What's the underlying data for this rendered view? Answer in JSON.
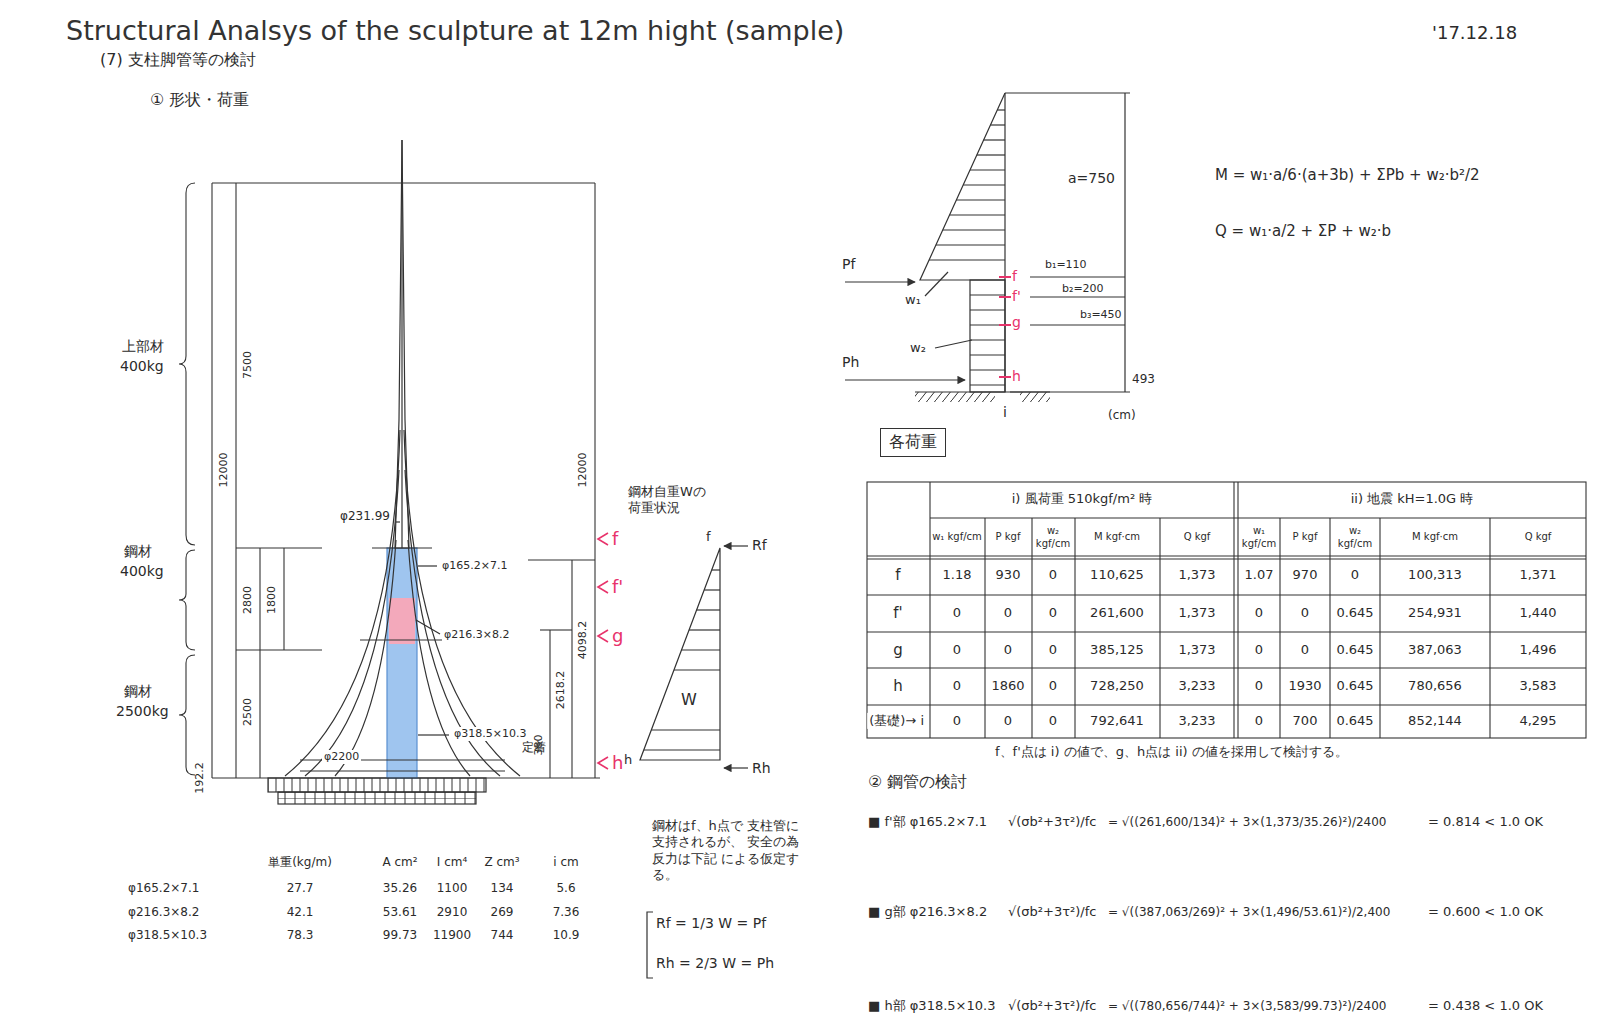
{
  "diagram": {
    "title": "Structural Analsys of the sculpture at 12m hight (sample)",
    "nodes": [
      {
        "text": [
          "各荷重"
        ]
      }
    ],
    "labels": [
      "'17.12.18",
      "(7) 支柱脚管等の検討",
      "① 形状・荷重",
      "上部材",
      "400kg",
      "鋼材",
      "400kg",
      "鋼材",
      "2500kg",
      "12000",
      "7500",
      "2800",
      "2500",
      "1800",
      "12000",
      "4098.2",
      "2618.2",
      "380",
      "192.2",
      "φ231.99",
      "φ165.2×7.1",
      "φ216.3×8.2",
      "φ318.5×10.3",
      "φ2200",
      "定着",
      "f",
      "f'",
      "g",
      "h",
      "鋼材自重Wの 荷重状況",
      "f",
      "Rf",
      "W",
      "h",
      "Rh",
      "鋼材はf、h点で 支柱管に支持されるが、 安全の為反力は下記 による仮定する。",
      "Rf = 1/3 W = Pf",
      "Rh = 2/3 W = Ph",
      "a=750",
      "Pf",
      "w₁",
      "w₂",
      "Ph",
      "f",
      "f'",
      "g",
      "h",
      "i",
      "b₁=110",
      "b₂=200",
      "b₃=450",
      "493",
      "(cm)",
      "M = w₁·a/6·(a+3b) + ΣPb + w₂·b²/2",
      "Q = w₁·a/2 + ΣP + w₂·b",
      "f、f'点は i) の値で、g、h点は ii) の値を採用して検討する。",
      "② 鋼管の検討",
      "単重(kg/m)",
      "A cm²",
      "I cm⁴",
      "Z cm³",
      "i cm",
      "φ165.2×7.1",
      "27.7",
      "35.26",
      "1100",
      "134",
      "5.6",
      "φ216.3×8.2",
      "42.1",
      "53.61",
      "2910",
      "269",
      "7.36",
      "φ318.5×10.3",
      "78.3",
      "99.73",
      "11900",
      "744",
      "10.9",
      "i) 風荷重 510kgf/m² 時",
      "ii) 地震 kH=1.0G 時",
      "w₁ kgf/cm",
      "P kgf",
      "w₂ kgf/cm",
      "M kgf·cm",
      "Q kgf",
      "w₁ kgf/cm",
      "P kgf",
      "w₂ kgf/cm",
      "M kgf·cm",
      "Q kgf",
      "f",
      "1.18",
      "930",
      "0",
      "110,625",
      "1,373",
      "1.07",
      "970",
      "0",
      "100,313",
      "1,371",
      "f'",
      "0",
      "0",
      "0",
      "261,600",
      "1,373",
      "0",
      "0",
      "0.645",
      "254,931",
      "1,440",
      "g",
      "0",
      "0",
      "0",
      "385,125",
      "1,373",
      "0",
      "0",
      "0.645",
      "387,063",
      "1,496",
      "h",
      "0",
      "1860",
      "0",
      "728,250",
      "3,233",
      "0",
      "1930",
      "0.645",
      "780,656",
      "3,583",
      "(基礎)→ i",
      "0",
      "0",
      "0",
      "792,641",
      "3,233",
      "0",
      "700",
      "0.645",
      "852,144",
      "4,295",
      "■ f'部 φ165.2×7.1",
      "√(σb²+3τ²)/fc",
      "= √((261,600/134)² + 3×(1,373/35.26)²)/2400",
      "= 0.814 < 1.0 OK",
      "■ g部 φ216.3×8.2",
      "√(σb²+3τ²)/fc",
      "= √((387,063/269)² + 3×(1,496/53.61)²)/2,400",
      "= 0.600 < 1.0 OK",
      "■ h部 φ318.5×10.3",
      "√(σb²+3τ²)/fc",
      "= √((780,656/744)² + 3×(3,583/99.73)²)/2400",
      "= 0.438 < 1.0 OK"
    ]
  }
}
